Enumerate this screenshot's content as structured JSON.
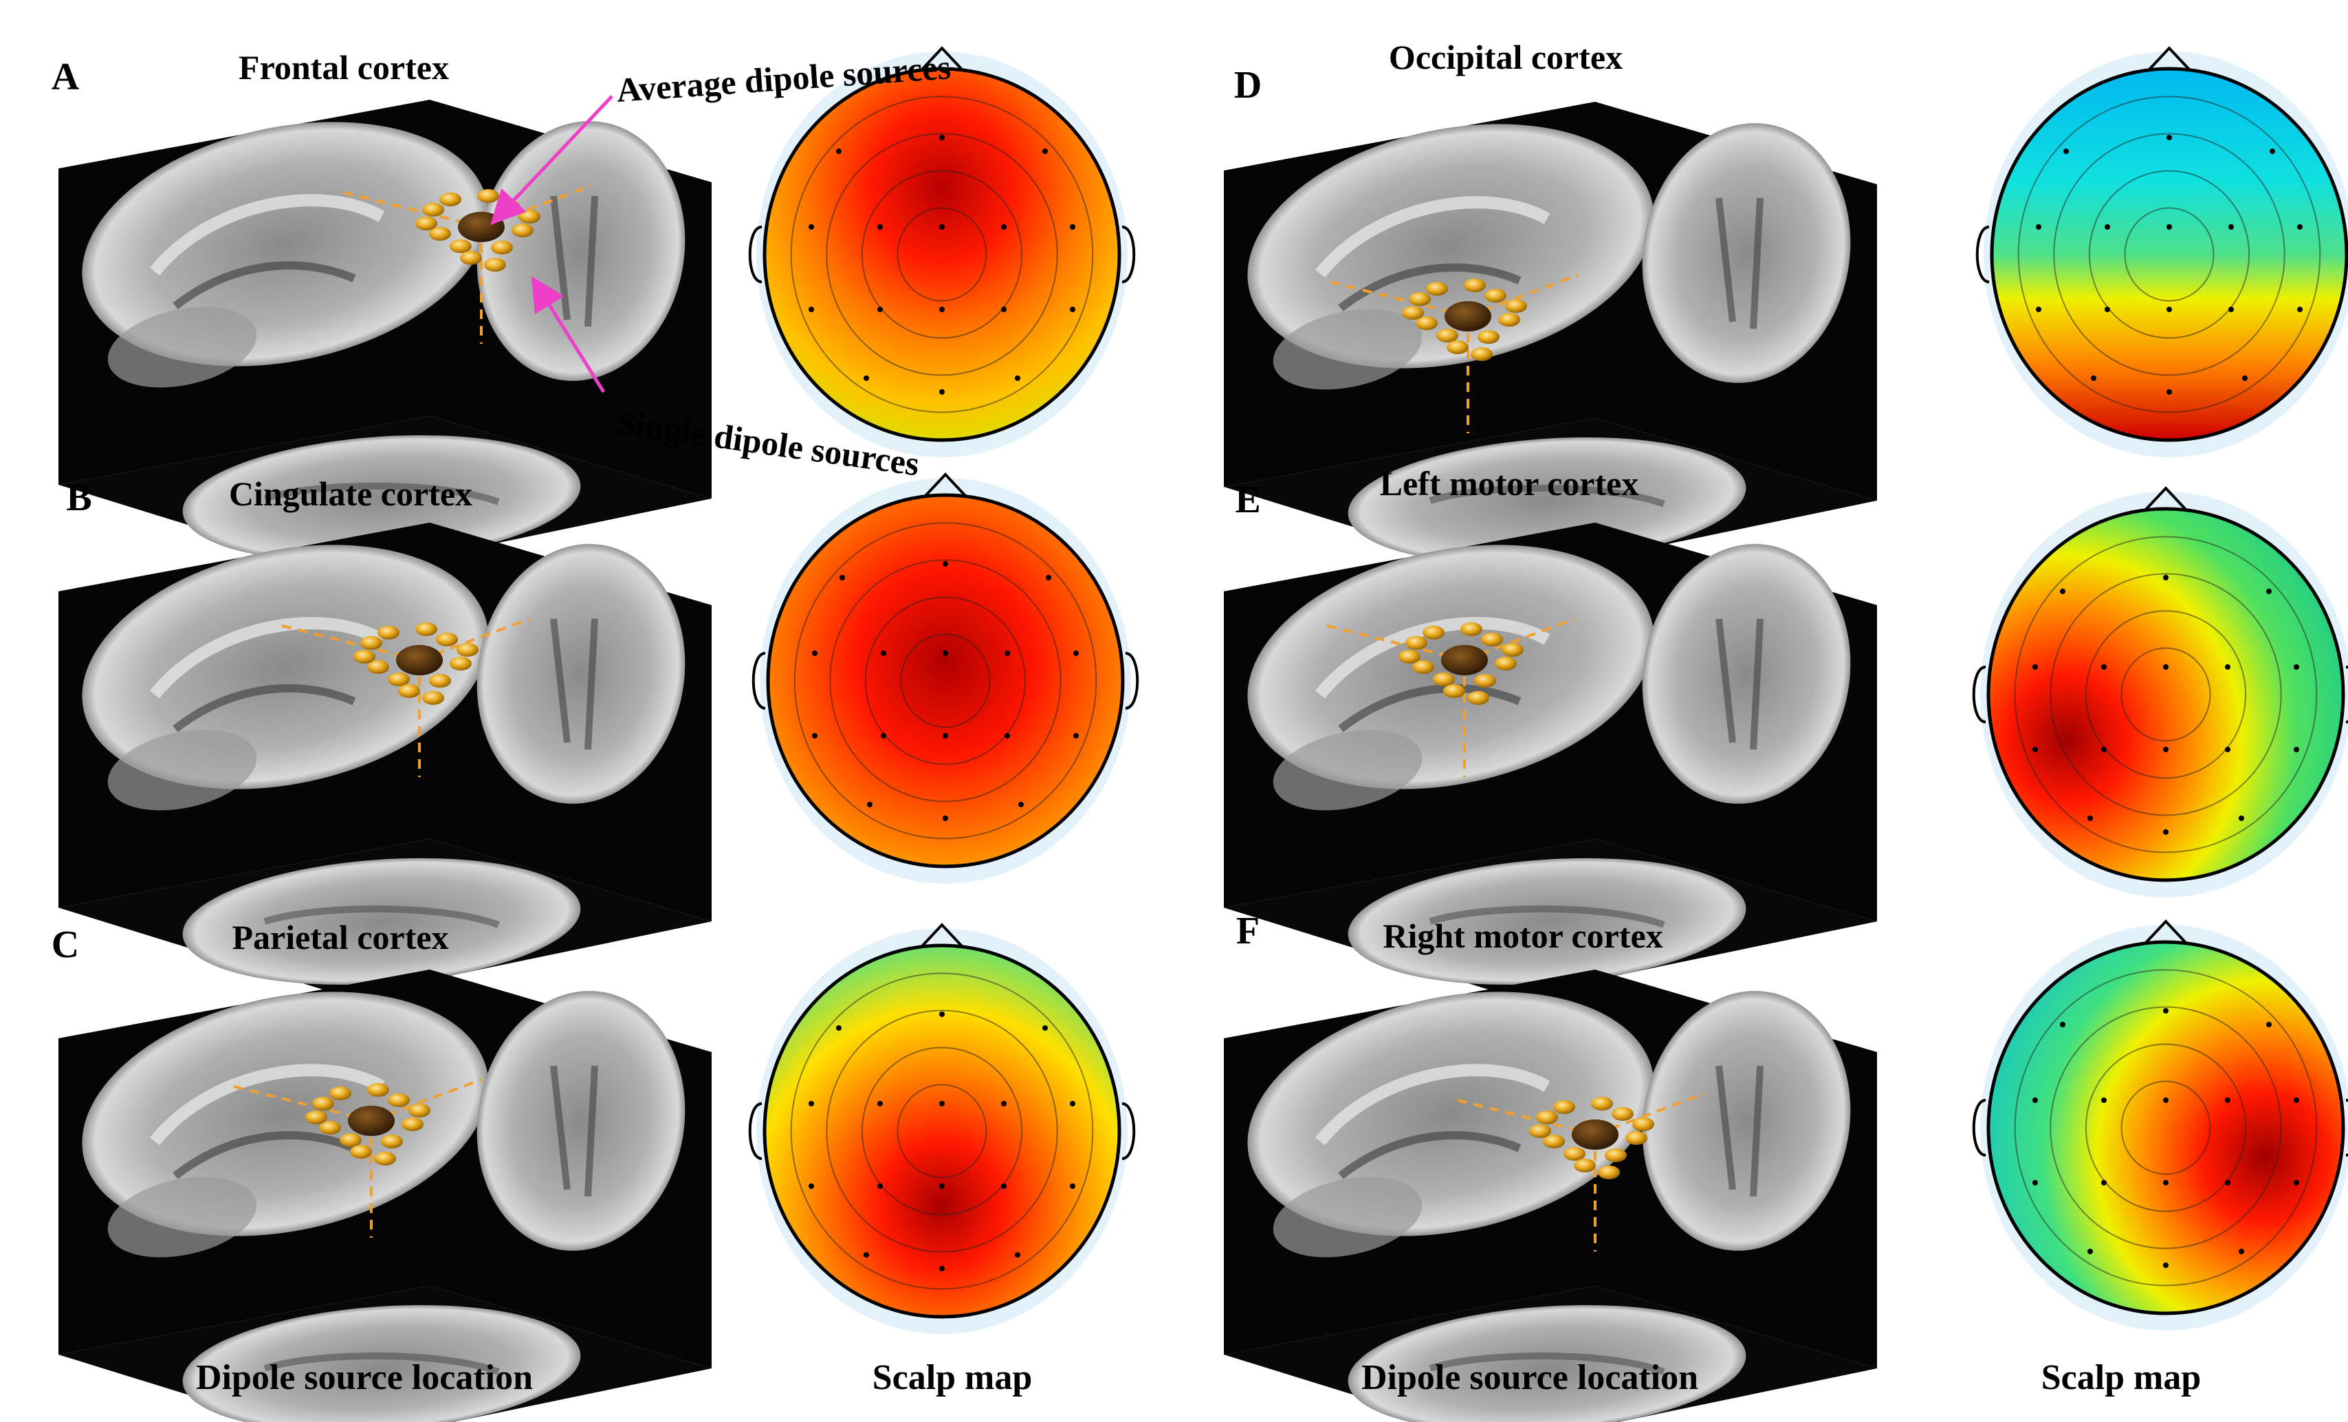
{
  "panels": [
    {
      "letter": "A",
      "title": "Frontal cortex",
      "map": "frontal"
    },
    {
      "letter": "B",
      "title": "Cingulate cortex",
      "map": "cingulate"
    },
    {
      "letter": "C",
      "title": "Parietal cortex",
      "map": "parietal"
    },
    {
      "letter": "D",
      "title": "Occipital cortex",
      "map": "occipital"
    },
    {
      "letter": "E",
      "title": "Left motor cortex",
      "map": "left-motor"
    },
    {
      "letter": "F",
      "title": "Right motor cortex",
      "map": "right-motor"
    }
  ],
  "annotations": {
    "average": "Average dipole sources",
    "single": "Single dipole sources",
    "arrow_color": "#ee3fc8"
  },
  "footer": {
    "left_dipole": "Dipole source location",
    "left_scalp": "Scalp map",
    "right_dipole": "Dipole source location",
    "right_scalp": "Scalp map"
  },
  "colors": {
    "dipole": "#e8a81c",
    "dipole_dark": "#4a2c08",
    "dashed_line": "#f0a030",
    "panel_bg": "#050505"
  }
}
